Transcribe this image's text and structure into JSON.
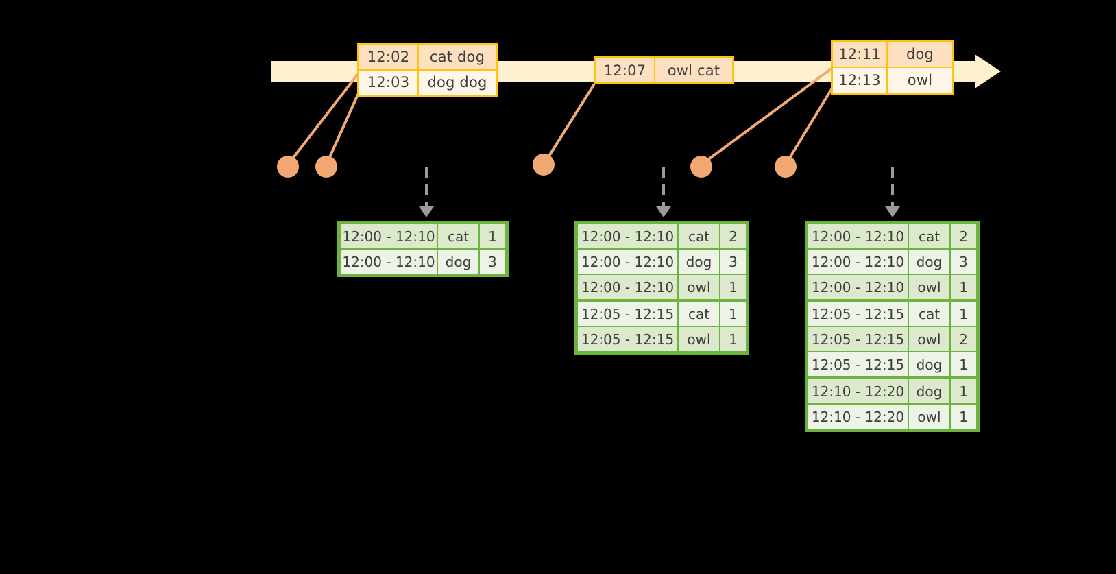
{
  "diagram": {
    "title": "Windowed word-count streaming diagram",
    "colors": {
      "background": "#000000",
      "timeline_fill": "#fdf1cf",
      "event_border": "#ffc20e",
      "event_fill_light": "#fff6ea",
      "event_fill_shade": "#fde0c0",
      "connector": "#f2a873",
      "table_border": "#6cb33f",
      "table_fill_light": "#eef3e7",
      "table_fill_alt": "#dce9cc",
      "dashed_arrow": "#9b9b9b"
    }
  },
  "timeline": {
    "name": "event-stream-timeline",
    "events": [
      {
        "group": "event-group-1",
        "rows": [
          {
            "time": "12:02",
            "words": "cat dog"
          },
          {
            "time": "12:03",
            "words": "dog dog"
          }
        ]
      },
      {
        "group": "event-group-2",
        "rows": [
          {
            "time": "12:07",
            "words": "owl cat"
          }
        ]
      },
      {
        "group": "event-group-3",
        "rows": [
          {
            "time": "12:11",
            "words": "dog"
          },
          {
            "time": "12:13",
            "words": "owl"
          }
        ]
      }
    ]
  },
  "results": [
    {
      "name": "result-table-1",
      "rows": [
        {
          "window": "12:00 - 12:10",
          "word": "cat",
          "count": "1"
        },
        {
          "window": "12:00 - 12:10",
          "word": "dog",
          "count": "3"
        }
      ]
    },
    {
      "name": "result-table-2",
      "rows": [
        {
          "window": "12:00 - 12:10",
          "word": "cat",
          "count": "2"
        },
        {
          "window": "12:00 - 12:10",
          "word": "dog",
          "count": "3"
        },
        {
          "window": "12:00 - 12:10",
          "word": "owl",
          "count": "1"
        },
        {
          "window": "12:05 - 12:15",
          "word": "cat",
          "count": "1"
        },
        {
          "window": "12:05 - 12:15",
          "word": "owl",
          "count": "1"
        }
      ]
    },
    {
      "name": "result-table-3",
      "rows": [
        {
          "window": "12:00 - 12:10",
          "word": "cat",
          "count": "2"
        },
        {
          "window": "12:00 - 12:10",
          "word": "dog",
          "count": "3"
        },
        {
          "window": "12:00 - 12:10",
          "word": "owl",
          "count": "1"
        },
        {
          "window": "12:05 - 12:15",
          "word": "cat",
          "count": "1"
        },
        {
          "window": "12:05 - 12:15",
          "word": "owl",
          "count": "2"
        },
        {
          "window": "12:05 - 12:15",
          "word": "dog",
          "count": "1"
        },
        {
          "window": "12:10 - 12:20",
          "word": "dog",
          "count": "1"
        },
        {
          "window": "12:10 - 12:20",
          "word": "owl",
          "count": "1"
        }
      ]
    }
  ]
}
